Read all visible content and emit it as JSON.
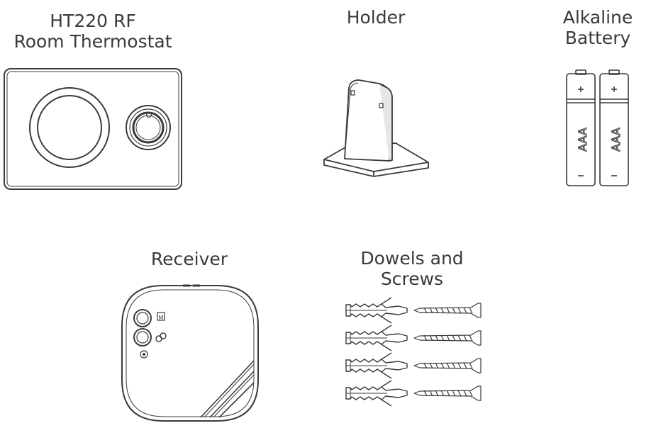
{
  "items": {
    "thermostat": {
      "line1": "HT220 RF",
      "line2": "Room Thermostat"
    },
    "holder": {
      "line1": "Holder"
    },
    "battery": {
      "line1": "Alkaline",
      "line2": "Battery",
      "size_label": "AAA",
      "plus": "+",
      "minus": "−"
    },
    "receiver": {
      "line1": "Receiver",
      "mode_label": "M"
    },
    "dowels": {
      "line1": "Dowels and",
      "line2": "Screws"
    }
  },
  "colors": {
    "stroke": "#3a3a3a",
    "fill": "#ffffff",
    "shade": "#e6e6e6"
  },
  "icons": [
    "thermostat-icon",
    "holder-icon",
    "battery-icon",
    "receiver-icon",
    "dowel-icon",
    "screw-icon"
  ]
}
